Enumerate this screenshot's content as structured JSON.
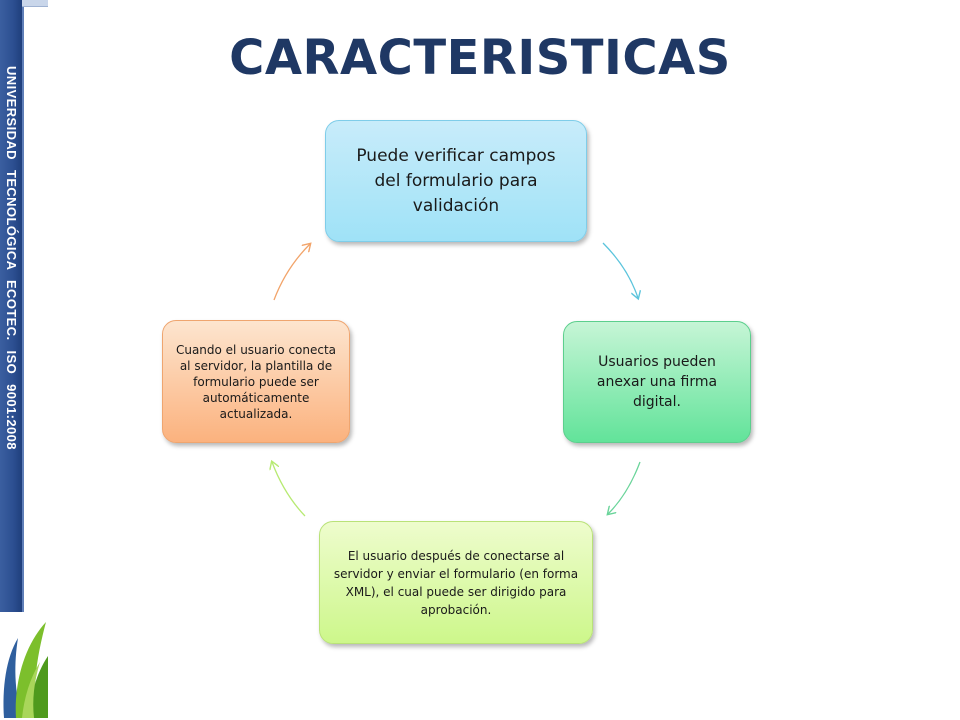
{
  "banner": {
    "text": "UNIVERSIDAD TECNOLÓGICA ECOTEC. ISO 9001:2008"
  },
  "title": "CARACTERISTICAS",
  "cycle": {
    "nodes": [
      {
        "text": "Puede verificar campos del formulario para validación",
        "color": "#9fe2f7"
      },
      {
        "text": "Usuarios pueden anexar una firma digital.",
        "color": "#62e39a"
      },
      {
        "text": "El usuario después de conectarse al servidor y enviar el formulario (en forma XML), el cual puede ser dirigido para aprobación.",
        "color": "#cdf78b"
      },
      {
        "text": "Cuando el usuario conecta al servidor, la plantilla de formulario puede ser automáticamente actualizada.",
        "color": "#fbb27e"
      }
    ],
    "arrow_colors": [
      "#5bc4dc",
      "#6ad49a",
      "#b7ea72",
      "#f2a46a"
    ]
  },
  "colors": {
    "banner_blue": "#2c4f91",
    "title_navy": "#1f3864"
  },
  "logo": {
    "icon": "ecotec-leaf-logo"
  }
}
